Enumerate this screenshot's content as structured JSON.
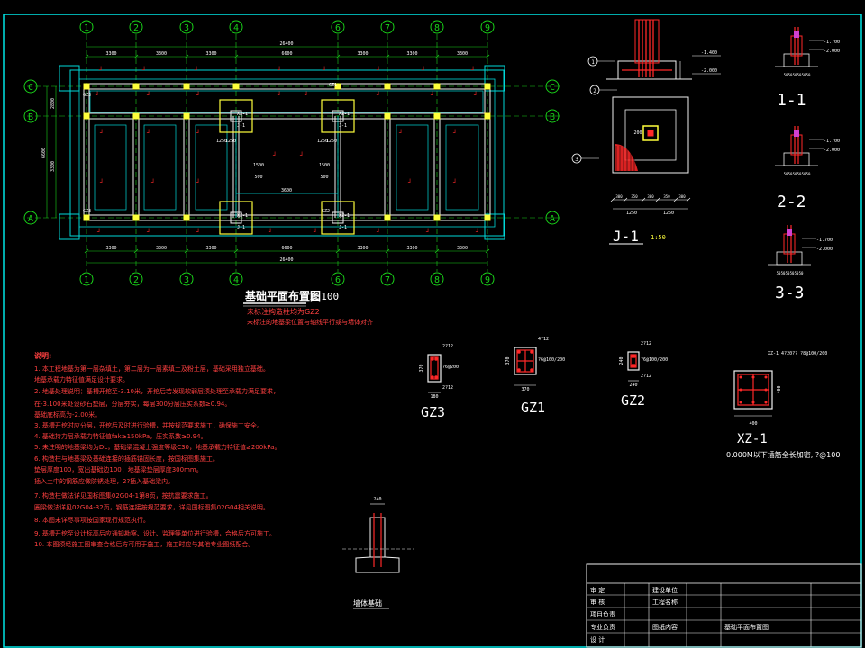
{
  "colors": {
    "background": "#000000",
    "frame": "#00e5e5",
    "axis": "#19d219",
    "wall": "#f0f0f0",
    "beam_cyan": "#00d7d7",
    "column_yellow": "#ffff3c",
    "rebar_red": "#ff2828",
    "note_red": "#ff4040",
    "label_white": "#ffffff"
  },
  "plan": {
    "axis_labels_top": [
      "1",
      "2",
      "3",
      "4",
      "6",
      "7",
      "8",
      "9"
    ],
    "axis_labels_bottom": [
      "1",
      "2",
      "3",
      "4",
      "6",
      "7",
      "8",
      "9"
    ],
    "row_labels": [
      "C",
      "B",
      "A"
    ],
    "overall_dim": "26400",
    "bay_dims_top": [
      "3300",
      "3300",
      "3300",
      "6600",
      "3300",
      "3300",
      "3300"
    ],
    "bay_dims_bottom": [
      "3300",
      "3300",
      "3300",
      "6600",
      "3300",
      "3300",
      "3300"
    ],
    "left_dims": [
      "2800",
      "3300",
      "6600"
    ],
    "mid_dims": [
      "1250",
      "1250",
      "1250",
      "1250",
      "3600",
      "500",
      "500",
      "1500",
      "1500"
    ],
    "footing_labels": [
      "J-1",
      "J-1",
      "J-1",
      "J-1"
    ],
    "xz_labels": [
      "XZ-1",
      "XZ-1",
      "XZ-1",
      "XZ-1"
    ],
    "gz_labels": [
      "GZ3",
      "GZ3",
      "GZ2",
      "GZ1"
    ],
    "title": "基础平面布置图",
    "scale": "1:100",
    "note_1": "未标注构造柱均为GZ2",
    "note_2": "未标注的地基梁位置与轴线平行或与墙体对齐"
  },
  "detail_j1": {
    "title": "J-1",
    "scale": "1:50",
    "bubbles": [
      "1",
      "2",
      "3"
    ],
    "elev_labels": [
      "-1.400",
      "-2.000"
    ],
    "dims_bottom": [
      "300",
      "350",
      "300",
      "350",
      "300"
    ],
    "dims_total": [
      "1250",
      "1250"
    ],
    "center_label": "200"
  },
  "sections": [
    {
      "title": "1-1",
      "elev": [
        "-1.700",
        "-2.000"
      ]
    },
    {
      "title": "2-2",
      "elev": [
        "-1.700",
        "-2.000"
      ]
    },
    {
      "title": "3-3",
      "elev": [
        "-1.700",
        "-2.000"
      ]
    }
  ],
  "columns": [
    {
      "title": "GZ3",
      "top": "2?12",
      "bottom": "2?12",
      "side": "370",
      "stirrup": "?6@200",
      "width": "180"
    },
    {
      "title": "GZ1",
      "top": "4?12",
      "bottom": "",
      "side": "370",
      "stirrup": "?6@100/200",
      "width": "370"
    },
    {
      "title": "GZ2",
      "top": "2?12",
      "bottom": "2?12",
      "side": "240",
      "stirrup": "?6@100/200",
      "width": "240"
    }
  ],
  "xz": {
    "title": "XZ-1",
    "rebar": "XZ-1 4?20?? ?8@100/200",
    "width": "400",
    "height": "400",
    "note": "0.000M以下插筋全长加密, ?@100"
  },
  "notes": {
    "heading": "说明:",
    "items": [
      "1. 本工程地基为第一层杂填土，第二层为一层素填土及粉土层，基础采用独立基础。",
      "   地基承载力特征值满足设计要求。",
      "2. 地基处理说明：基槽开挖至-3.10米，开挖后若发现软弱层须处理至承载力满足要求，",
      "   在-3.100米处设砂石垫层，分层夯实，每层300分层压实系数≥0.94。",
      "   基础底标高为-2.00米。",
      "3. 基槽开挖时应分层，开挖后及时进行验槽，并按规范要求施工，确保施工安全。",
      "4. 基础持力层承载力特征值fak≥150kPa，压实系数≥0.94。",
      "5. 未注明的地基梁均为DL，基础梁混凝土强度等级C30，地基承载力特征值≥200kPa。",
      "6. 构造柱与地基梁及基础连接的插筋锚固长度，按国标图集施工。",
      "   垫层厚度100，宽出基础边100；地基梁垫层厚度300mm。",
      "   插入土中的钢筋应做防锈处理，2?插入基础梁内。",
      "7. 构造柱做法详见国标图集02G04-1第8页，按抗震要求施工。",
      "   圈梁做法详见02G04-32页，钢筋连接按规范要求，详见国标图集02G04相关说明。",
      "8. 本图未详尽事项按国家现行规范执行。",
      "9. 基槽开挖至设计标高后应通知勘察、设计、监理等单位进行验槽，合格后方可施工。",
      "10. 本图须经施工图审查合格后方可用于施工，施工时应与其他专业图纸配合。"
    ]
  },
  "wall_detail": {
    "title": "墙体基础",
    "dim": "240"
  },
  "title_block": {
    "rows": [
      {
        "a": "审 定",
        "b": "建设单位",
        "c": ""
      },
      {
        "a": "审 核",
        "b": "工程名称",
        "c": ""
      },
      {
        "a": "项目负责",
        "b": "",
        "c": ""
      },
      {
        "a": "专业负责",
        "b": "图纸内容",
        "c": "基础平面布置图"
      },
      {
        "a": "设 计",
        "b": "",
        "c": ""
      }
    ]
  }
}
